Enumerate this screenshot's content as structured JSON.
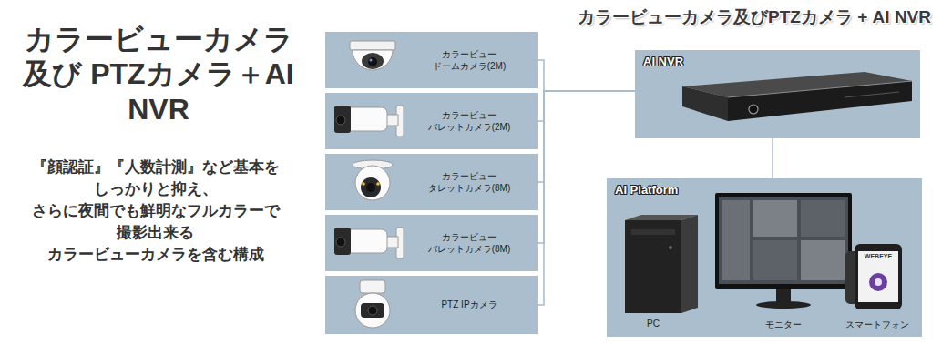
{
  "diagram": {
    "title": "カラービューカメラ及びPTZカメラ + AI NVR",
    "nodes": [
      {
        "text": [
          "カラービュー ドームカメラ(2M)"
        ]
      },
      {
        "text": [
          "カラービュー バレットカメラ(2M)"
        ]
      },
      {
        "text": [
          "カラービュー タレットカメラ(8M)"
        ]
      },
      {
        "text": [
          "カラービュー バレットカメラ(8M)"
        ]
      },
      {
        "text": [
          "PTZ IPカメラ"
        ]
      },
      {
        "text": [
          "AI NVR"
        ]
      },
      {
        "text": [
          "AI Platform"
        ]
      }
    ],
    "edges": [
      {
        "from": 0,
        "to": 5,
        "arrow": "none"
      },
      {
        "from": 1,
        "to": 5,
        "arrow": "none"
      },
      {
        "from": 2,
        "to": 5,
        "arrow": "none"
      },
      {
        "from": 3,
        "to": 5,
        "arrow": "none"
      },
      {
        "from": 4,
        "to": 5,
        "arrow": "none"
      },
      {
        "from": 5,
        "to": 6,
        "arrow": "none"
      }
    ],
    "labels": [
      "カラービューカメラ 及び PTZカメラ＋AI NVR",
      "『顔認証』『人数計測』など基本を しっかりと抑え、 さらに夜間でも鮮明なフルカラーで 撮影出来る カラービューカメラを含む構成",
      "PC",
      "モニター",
      "スマートフォン",
      "WEBEYE"
    ]
  }
}
